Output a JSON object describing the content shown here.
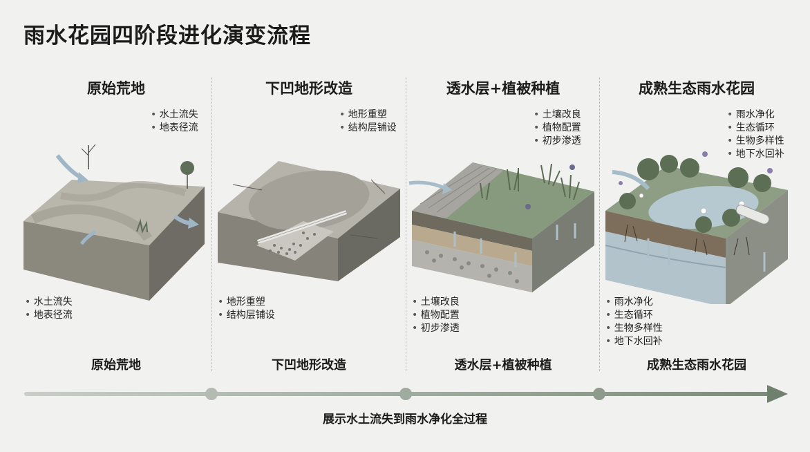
{
  "title": "雨水花园四阶段进化演变流程",
  "stages": [
    {
      "title": "原始荒地",
      "top_points": [
        "水土流失",
        "地表径流"
      ],
      "bottom_points": [
        "水土流失",
        "地表径流"
      ],
      "bottom_title": "原始荒地"
    },
    {
      "title": "下凹地形改造",
      "top_points": [
        "地形重塑",
        "结构层铺设"
      ],
      "bottom_points": [
        "地形重塑",
        "结构层铺设"
      ],
      "bottom_title": "下凹地形改造"
    },
    {
      "title": "透水层+植被种植",
      "top_points": [
        "土壤改良",
        "植物配置",
        "初步渗透"
      ],
      "bottom_points": [
        "土壤改良",
        "植物配置",
        "初步渗透"
      ],
      "bottom_title": "透水层+植被种植"
    },
    {
      "title": "成熟生态雨水花园",
      "top_points": [
        "雨水净化",
        "生态循环",
        "生物多样性",
        "地下水回补"
      ],
      "bottom_points": [
        "雨水净化",
        "生态循环",
        "生物多样性",
        "地下水回补"
      ],
      "bottom_title": "成熟生态雨水花园"
    }
  ],
  "timeline_caption": "展示水土流失到雨水净化全过程",
  "colors": {
    "background": "#f1f1ef",
    "timeline": "#8a9a8c",
    "arrow_head": "#6f806f",
    "node": "#a9b3a9",
    "soil": "#8e8b80",
    "grass": "#879a7e",
    "water": "#b6c8d0"
  }
}
